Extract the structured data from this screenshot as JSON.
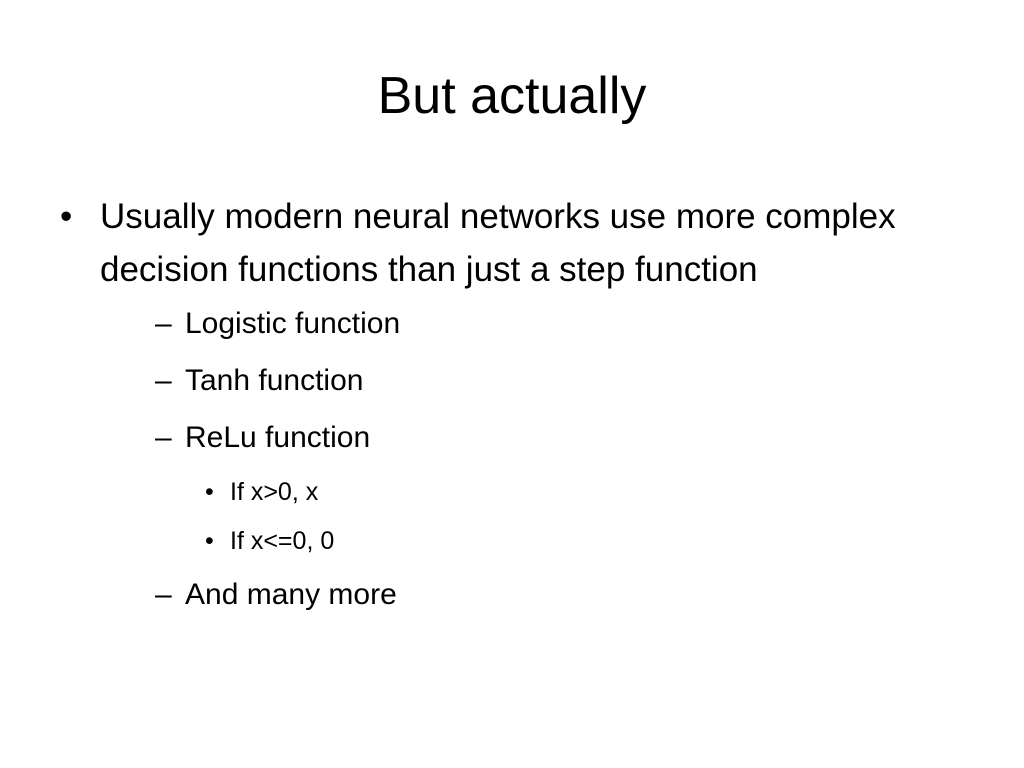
{
  "slide": {
    "title": "But actually",
    "bullet_marker": "•",
    "dash_marker": "–",
    "main_point": {
      "text": "Usually modern neural networks use more complex decision functions than just a step function",
      "sub_points": [
        {
          "text": "Logistic function"
        },
        {
          "text": "Tanh function"
        },
        {
          "text": "ReLu function",
          "sub_points": [
            {
              "text": "If x>0, x"
            },
            {
              "text": "If x<=0, 0"
            }
          ]
        },
        {
          "text": "And many more"
        }
      ]
    }
  }
}
